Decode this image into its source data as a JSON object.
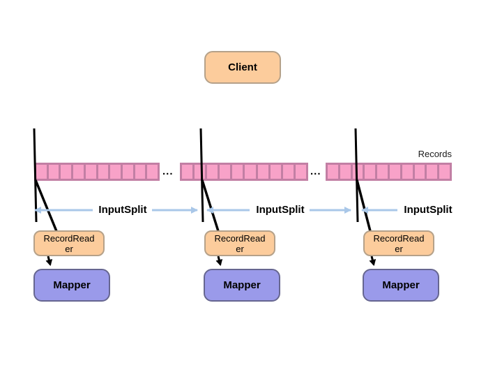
{
  "client": {
    "label": "Client"
  },
  "records": {
    "label": "Records",
    "ellipsis": "...",
    "bar_count": 3,
    "segments_per_bar": 10
  },
  "columns": [
    {
      "input_split": "InputSplit",
      "record_reader_line1": "RecordRead",
      "record_reader_line2": "er",
      "mapper": "Mapper"
    },
    {
      "input_split": "InputSplit",
      "record_reader_line1": "RecordRead",
      "record_reader_line2": "er",
      "mapper": "Mapper"
    },
    {
      "input_split": "InputSplit",
      "record_reader_line1": "RecordRead",
      "record_reader_line2": "er",
      "mapper": "Mapper"
    }
  ],
  "colors": {
    "process_fill": "#FCCC9C",
    "process_border": "#B5A189",
    "record_fill": "#F8A2C8",
    "record_border": "#C27FA4",
    "mapper_fill": "#9A9AEA",
    "mapper_border": "#666690",
    "split_arrow": "#A9C7E8"
  }
}
